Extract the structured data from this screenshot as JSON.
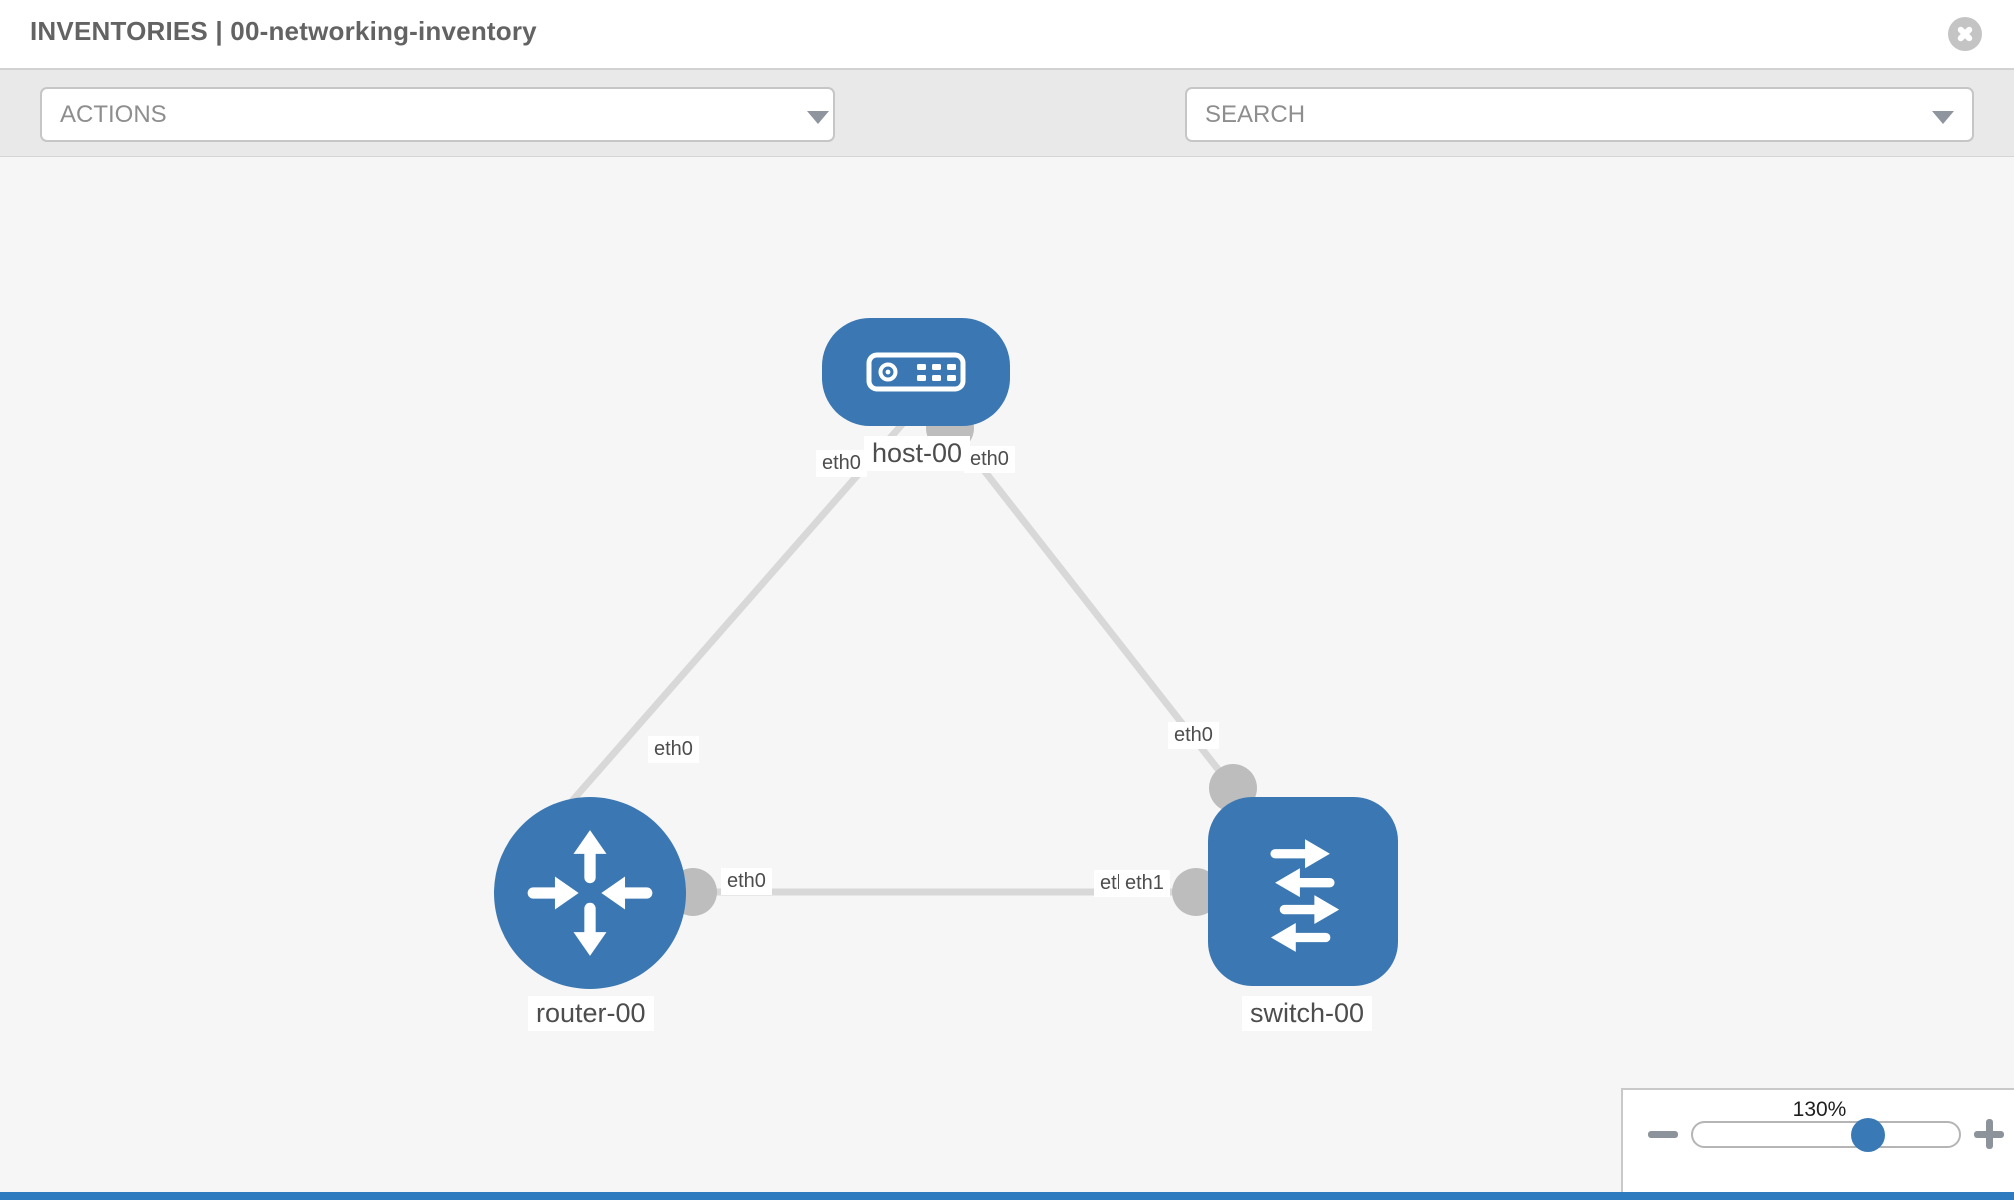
{
  "header": {
    "title": "INVENTORIES | 00-networking-inventory"
  },
  "toolbar": {
    "actions_label": "ACTIONS",
    "search_placeholder": "SEARCH"
  },
  "diagram": {
    "nodes": [
      {
        "id": "host-00",
        "type": "host",
        "label": "host-00"
      },
      {
        "id": "router-00",
        "type": "router",
        "label": "router-00"
      },
      {
        "id": "switch-00",
        "type": "switch",
        "label": "switch-00"
      }
    ],
    "edges": [
      {
        "from": "host-00",
        "from_iface": "eth0",
        "to": "router-00",
        "to_iface": "eth0"
      },
      {
        "from": "host-00",
        "from_iface": "eth0",
        "to": "switch-00",
        "to_iface": "eth0"
      },
      {
        "from": "router-00",
        "from_iface": "eth0",
        "to": "switch-00",
        "to_iface": "eth1"
      }
    ]
  },
  "iface_labels": {
    "host_left": "eth0",
    "host_right": "eth0",
    "router_upper": "eth0",
    "switch_upper": "eth0",
    "router_mid": "eth0",
    "switch_mid_under": "eth0",
    "switch_mid": "eth1"
  },
  "zoom_control": {
    "value": "130%"
  },
  "colors": {
    "node_blue": "#3b78b3",
    "edge_gray": "#d8d8d8",
    "connector_gray": "#bdbdbd",
    "toolbar_bg": "#e9e9e9",
    "canvas_bg": "#f6f6f6",
    "slider_thumb_blue": "#3879b6"
  }
}
